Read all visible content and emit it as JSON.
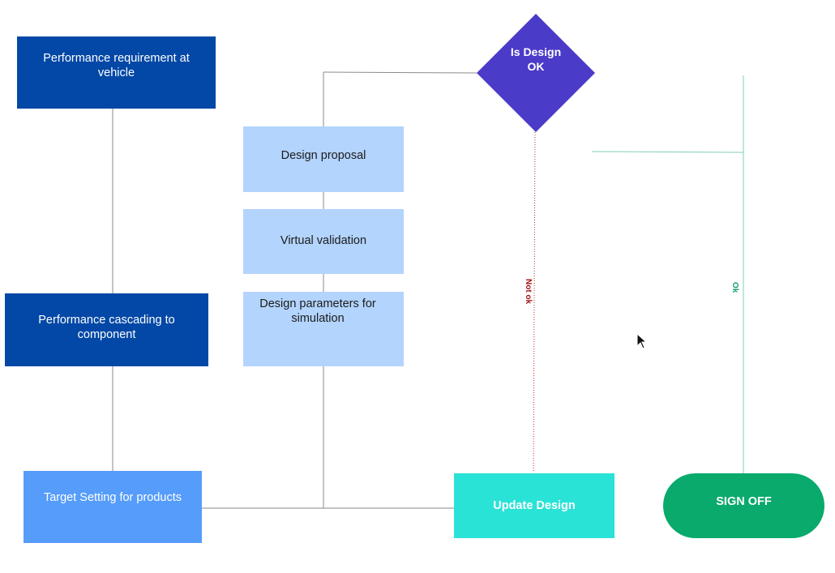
{
  "nodes": {
    "perf_requirement": "Performance requirement at vehicle",
    "perf_cascading": "Performance cascading to component",
    "target_setting": "Target Setting for products",
    "design_proposal": "Design proposal",
    "virtual_validation": "Virtual validation",
    "design_parameters": "Design parameters for simulation",
    "decision": "Is Design OK",
    "update_design": "Update Design",
    "sign_off": "SIGN OFF"
  },
  "edge_labels": {
    "not_ok": "Not ok",
    "ok": "Ok"
  },
  "colors": {
    "dark_blue": "#0348a6",
    "light_blue": "#b3d4fd",
    "mid_blue": "#559cfb",
    "decision_purple": "#4b3bc9",
    "teal": "#2ae3d7",
    "green": "#09aa6b",
    "not_ok_label": "#a01212",
    "ok_label": "#15a36b"
  },
  "icons": {
    "cursor": "mouse-pointer-icon"
  }
}
